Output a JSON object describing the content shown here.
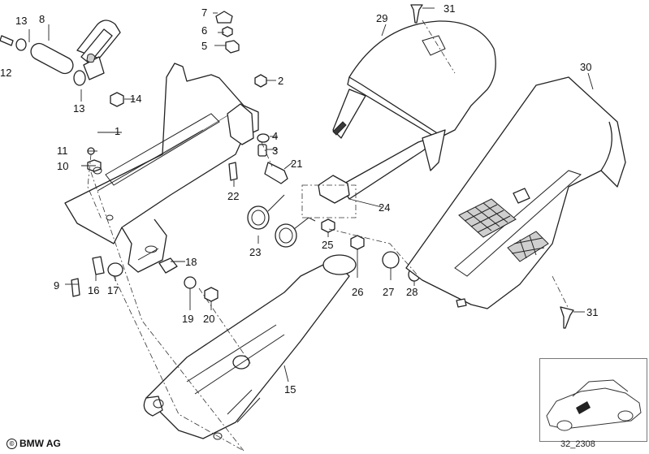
{
  "labels": {
    "l1": "1",
    "l2": "2",
    "l3": "3",
    "l4": "4",
    "l5": "5",
    "l6": "6",
    "l7": "7",
    "l8": "8",
    "l9": "9",
    "l10": "10",
    "l11": "11",
    "l12": "12",
    "l13a": "13",
    "l13b": "13",
    "l14": "14",
    "l15": "15",
    "l16": "16",
    "l17": "17",
    "l18": "18",
    "l19": "19",
    "l20": "20",
    "l21": "21",
    "l22": "22",
    "l23": "23",
    "l24": "24",
    "l25": "25",
    "l26": "26",
    "l27": "27",
    "l28": "28",
    "l29": "29",
    "l30": "30",
    "l31a": "31",
    "l31b": "31"
  },
  "footer": {
    "copyright_symbol": "©",
    "brand": "BMW AG",
    "diagram_code": "32_2308"
  }
}
